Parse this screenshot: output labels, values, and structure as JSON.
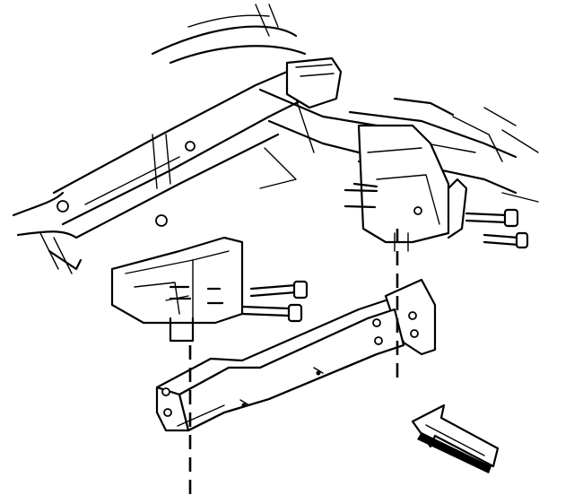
{
  "figure": {
    "subject": "frame-crossmember-installation",
    "parts": [
      {
        "name": "frame-rail-left",
        "icon": "frame-rail"
      },
      {
        "name": "frame-rail-right",
        "icon": "frame-rail"
      },
      {
        "name": "mount-bracket-left",
        "icon": "bracket"
      },
      {
        "name": "mount-bracket-right",
        "icon": "bracket"
      },
      {
        "name": "crossmember",
        "icon": "crossmember"
      },
      {
        "name": "bolts-left",
        "icon": "bolt"
      },
      {
        "name": "bolts-right",
        "icon": "bolt"
      },
      {
        "name": "direction-arrow",
        "icon": "arrow-icon"
      }
    ],
    "colors": {
      "line": "#000000",
      "background": "#ffffff"
    }
  }
}
